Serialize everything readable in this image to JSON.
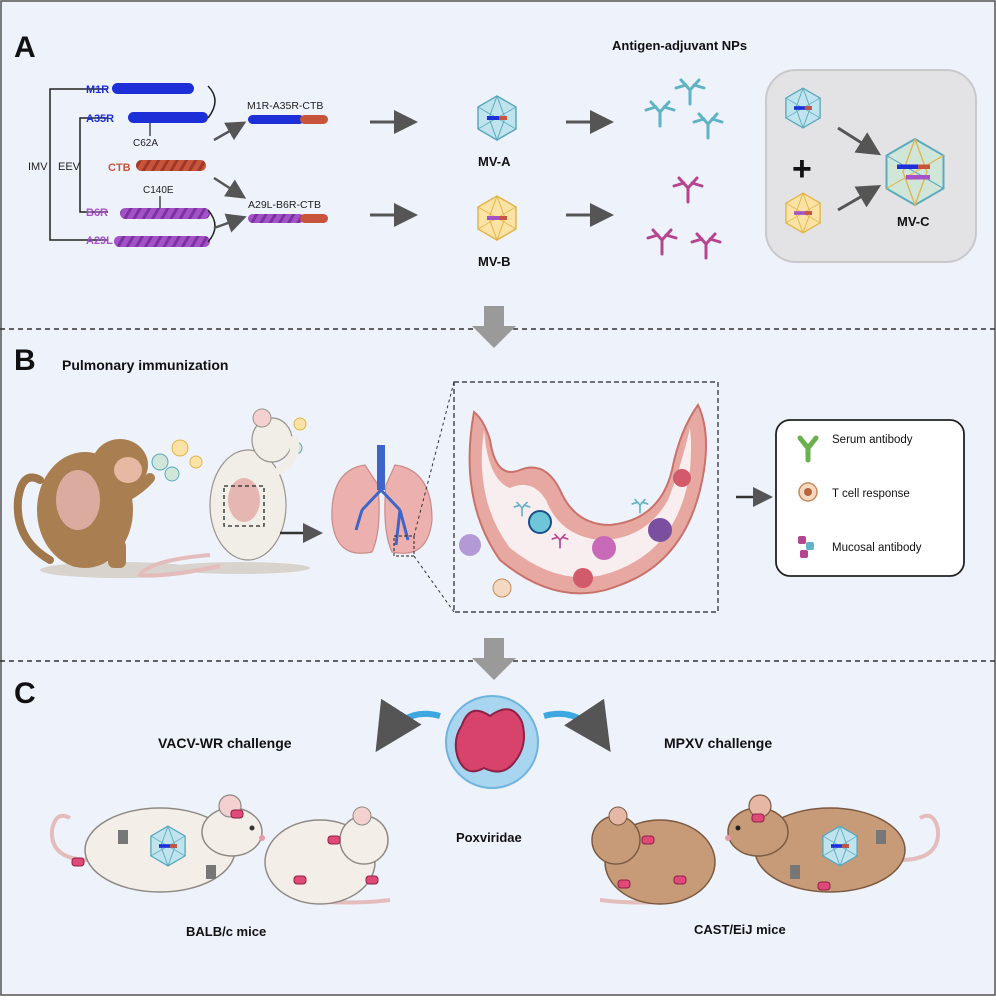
{
  "panel_a": {
    "letter": "A",
    "antigens": {
      "m1r": "M1R",
      "a35r": "A35R",
      "ctb": "CTB",
      "b6r": "B6R",
      "a29l": "A29L"
    },
    "groups": {
      "imv": "IMV",
      "eev": "EEV"
    },
    "mutations": {
      "c62a": "C62A",
      "c140e": "C140E"
    },
    "fusions": {
      "top": "M1R-A35R-CTB",
      "bottom": "A29L-B6R-CTB"
    },
    "nps_title": "Antigen-adjuvant NPs",
    "mv_a": "MV-A",
    "mv_b": "MV-B",
    "mv_c": "MV-C",
    "plus": "+",
    "colors": {
      "blue": "#1d2fd6",
      "purple": "#a552c9",
      "ctb": "#c8543c",
      "teal": "#5fb3c4",
      "magenta": "#b5458f"
    }
  },
  "panel_b": {
    "letter": "B",
    "title": "Pulmonary immunization",
    "legend": [
      "Serum antibody",
      "T cell response",
      "Mucosal antibody"
    ]
  },
  "panel_c": {
    "letter": "C",
    "left_challenge": "VACV-WR challenge",
    "right_challenge": "MPXV challenge",
    "virus": "Poxviridae",
    "left_mice": "BALB/c mice",
    "right_mice": "CAST/EiJ mice"
  }
}
